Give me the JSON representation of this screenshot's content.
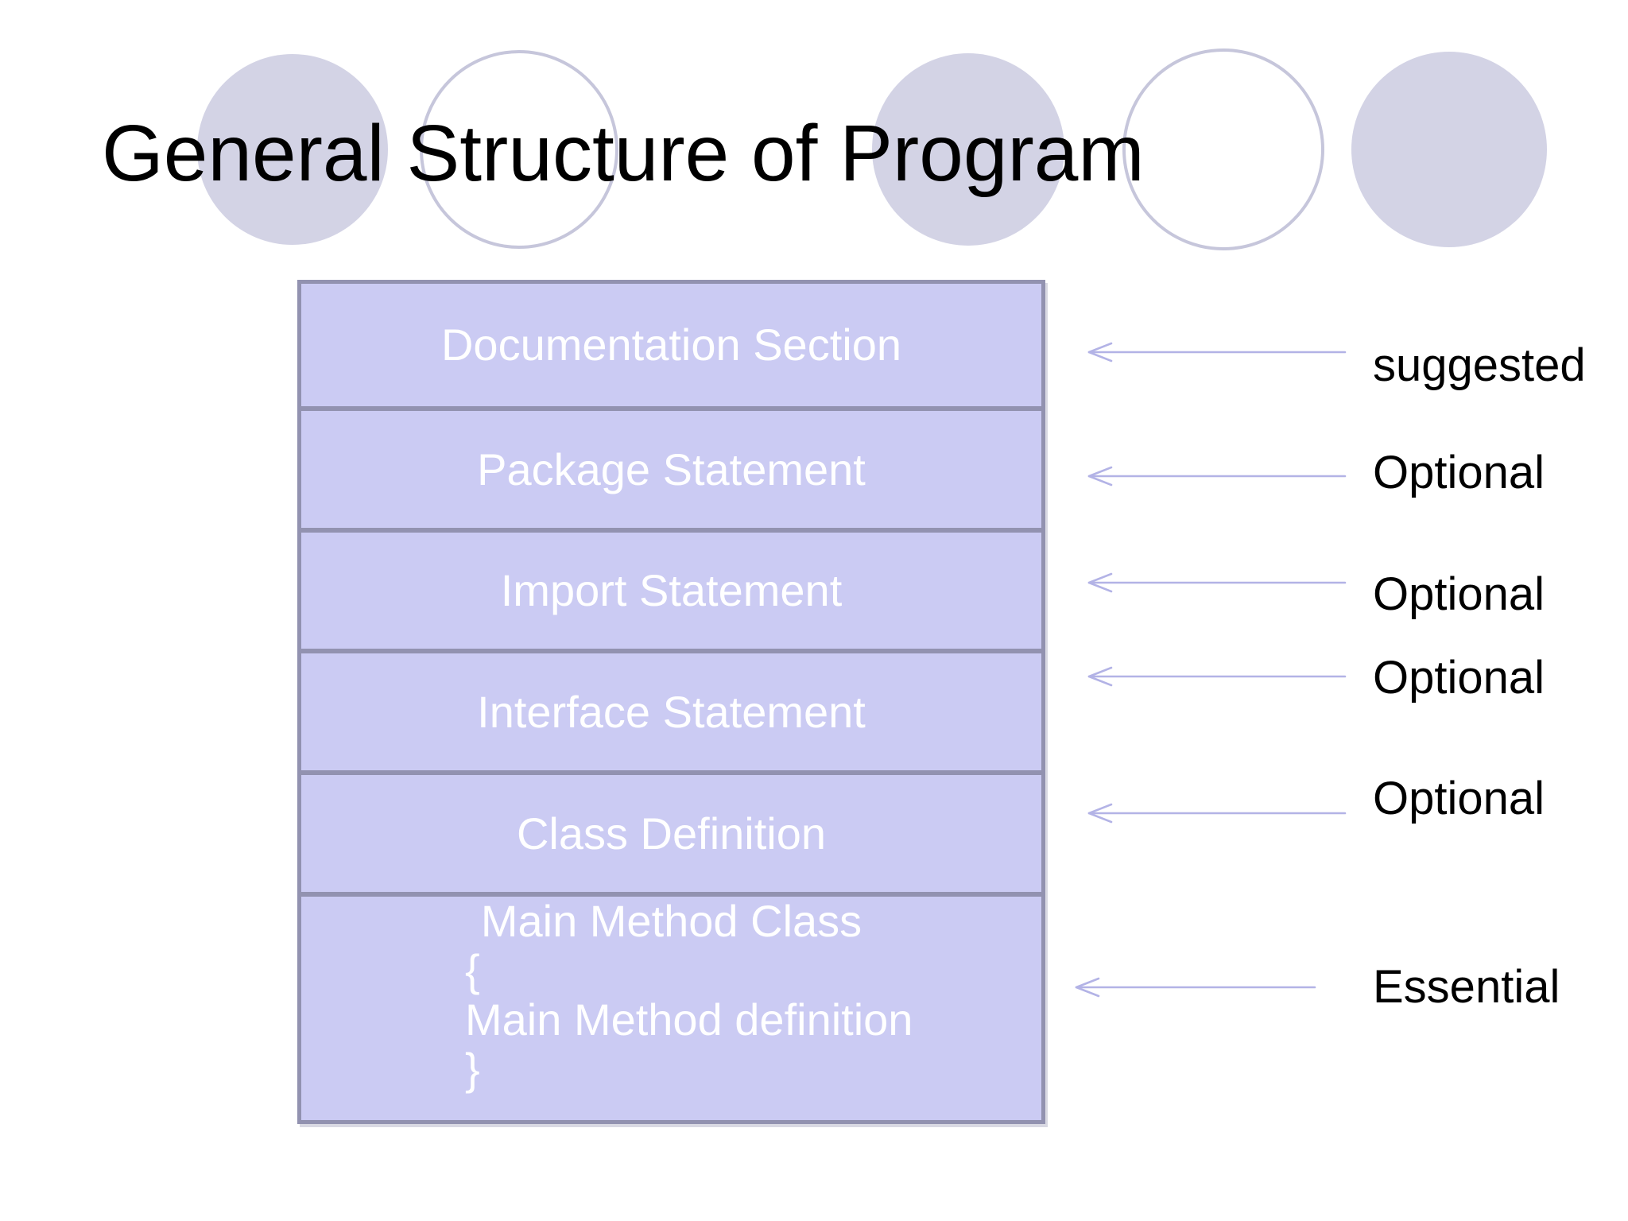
{
  "slide": {
    "title": "General Structure of Program"
  },
  "diagram": {
    "sections": [
      {
        "label": "Documentation Section",
        "annotation": "suggested"
      },
      {
        "label": "Package Statement",
        "annotation": "Optional"
      },
      {
        "label": "Import Statement",
        "annotation": "Optional"
      },
      {
        "label": "Interface Statement",
        "annotation": "Optional"
      },
      {
        "label": "Class Definition",
        "annotation": "Optional"
      },
      {
        "label": "Main Method Class",
        "body_lines": [
          "{",
          "Main Method definition",
          "}"
        ],
        "annotation": "Essential"
      }
    ]
  },
  "colors": {
    "box_fill": "#cbcbf3",
    "box_border": "#9292b0",
    "box_text": "#ffffff",
    "arrow": "#b3b3e6",
    "circle_fill": "#d3d3e5",
    "circle_outline": "#c6c6db",
    "title_text": "#000000",
    "annotation_text": "#000000",
    "background": "#ffffff"
  }
}
